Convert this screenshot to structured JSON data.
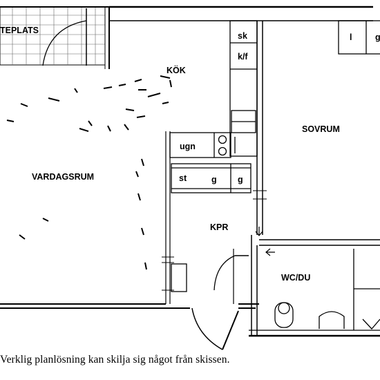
{
  "rooms": {
    "uteplats": "TEPLATS",
    "kok": "KÖK",
    "sovrum": "SOVRUM",
    "vardagsrum": "VARDAGSRUM",
    "kpr": "KPR",
    "wc_du": "WC/DU"
  },
  "fixtures": {
    "sk": "sk",
    "kf": "k/f",
    "ugn": "ugn",
    "st": "st",
    "g1": "g",
    "g2": "g",
    "l": "l",
    "g_edge": "g"
  },
  "caption": "Verklig planlösning kan skilja sig något från skissen."
}
